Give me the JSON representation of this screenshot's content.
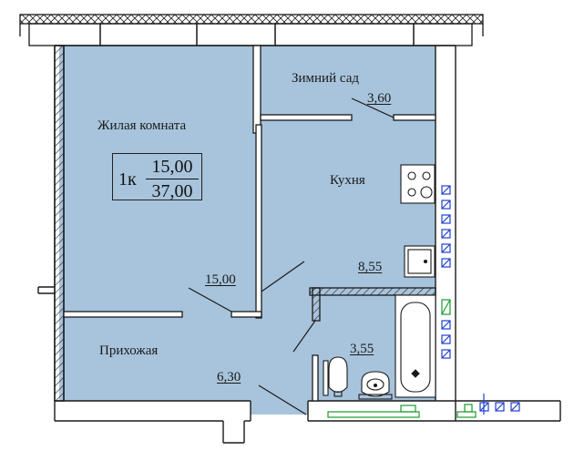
{
  "plan": {
    "colors": {
      "floor": "#a8c4dc",
      "wall": "#1a1a1a",
      "window_hatch": "#222222",
      "vent": "#1f3fcf",
      "green_fixture": "#1a9a2a"
    },
    "apartment_badge": {
      "type": "1к",
      "living_area": "15,00",
      "total_area": "37,00"
    },
    "rooms": [
      {
        "id": "living",
        "name": "Жилая комната",
        "area": "15,00"
      },
      {
        "id": "winter-garden",
        "name": "Зимний сад",
        "area": "3,60"
      },
      {
        "id": "kitchen",
        "name": "Кухня",
        "area": "8,55"
      },
      {
        "id": "bathroom",
        "name": "",
        "area": "3,55"
      },
      {
        "id": "hallway",
        "name": "Прихожая",
        "area": "6,30"
      }
    ],
    "fixtures": [
      "stove-icon",
      "sink-icon",
      "bathtub-icon",
      "toilet-icon",
      "washbasin-icon",
      "ventilation-icon"
    ]
  }
}
